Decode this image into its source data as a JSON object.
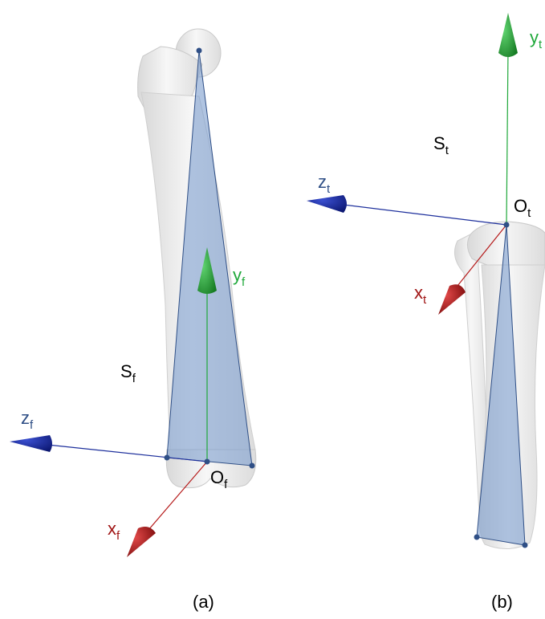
{
  "colors": {
    "x_axis": "#b51919",
    "y_axis": "#1fa83a",
    "z_axis": "#1d2f9c",
    "plane_fill": "#7f9fcf",
    "plane_stroke": "#2f4f86",
    "bone": "#ededed",
    "point": "#2f4f86"
  },
  "panel_a": {
    "caption": "(a)",
    "frame_label": "S",
    "frame_sub": "f",
    "origin_label": "O",
    "origin_sub": "f",
    "x_label": "x",
    "x_sub": "f",
    "y_label": "y",
    "y_sub": "f",
    "z_label": "z",
    "z_sub": "f"
  },
  "panel_b": {
    "caption": "(b)",
    "frame_label": "S",
    "frame_sub": "t",
    "origin_label": "O",
    "origin_sub": "t",
    "x_label": "x",
    "x_sub": "t",
    "y_label": "y",
    "y_sub": "t",
    "z_label": "z",
    "z_sub": "t"
  }
}
